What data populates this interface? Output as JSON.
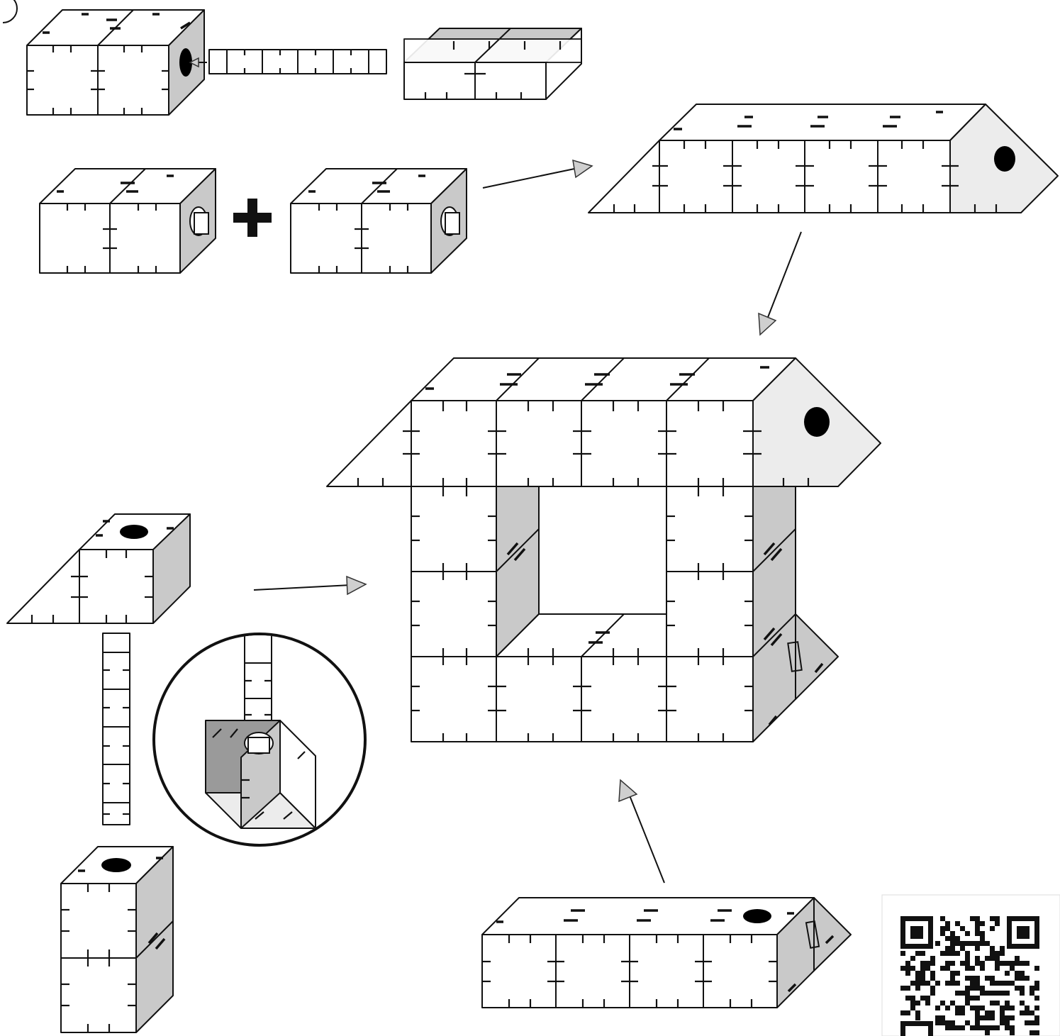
{
  "figure": {
    "type": "assembly-instructions",
    "step_marker": ")",
    "colors": {
      "line": "#111111",
      "face_white": "#ffffff",
      "face_gray": "#c9c9c9",
      "face_light": "#ececec",
      "face_dark": "#9a9a9a",
      "arrow_head": "#cfcfcf"
    },
    "parts": [
      {
        "name": "double-cube-with-hole"
      },
      {
        "name": "connector-strip"
      },
      {
        "name": "open-tray"
      },
      {
        "name": "double-cube-left"
      },
      {
        "name": "plus-sign"
      },
      {
        "name": "double-cube-right"
      },
      {
        "name": "roof-module"
      },
      {
        "name": "house-assembly"
      },
      {
        "name": "wedge-cube"
      },
      {
        "name": "vertical-strip"
      },
      {
        "name": "detail-magnifier"
      },
      {
        "name": "tall-column"
      },
      {
        "name": "base-module"
      },
      {
        "name": "qr-code"
      }
    ],
    "icons": [
      "plus-icon",
      "arrow-icon",
      "qr-code-icon"
    ]
  }
}
